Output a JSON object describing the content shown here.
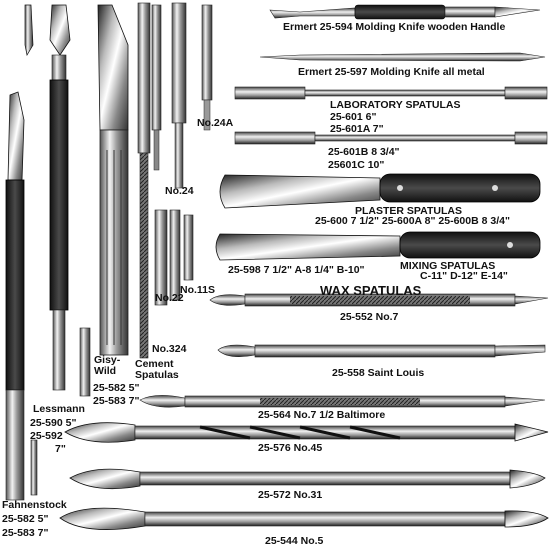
{
  "labels": {
    "ermert_594": "Ermert 25-594 Molding Knife  wooden Handle",
    "ermert_597": "Ermert 25-597 Molding Knife all metal",
    "lab_title": "LABORATORY SPATULAS",
    "lab_601": "25-601 6\"",
    "lab_601a": "25-601A 7\"",
    "lab_601b": "25-601B 8 3/4\"",
    "lab_601c": "25601C 10\"",
    "no24a": "No.24A",
    "no24": "No.24",
    "plaster_title": "PLASTER SPATULAS",
    "plaster_sizes": "25-600 7 1/2\"  25-600A 8\"  25-600B 8 3/4\"",
    "mixing_title": "MIXING SPATULAS",
    "mixing_sizes_2": "C-11\"  D-12\"  E-14\"",
    "mixing_sizes_1": "25-598 7 1/2\"  A-8 1/4\"  B-10\"",
    "no11s": "No.11S",
    "no22": "No.22",
    "wax_title": "WAX SPATULAS",
    "wax_552": "25-552 No.7",
    "no324": "No.324",
    "cement": "Cement\nSpatulas",
    "gisy": "Gisy-\nWild",
    "gisy_582": "25-582 5\"",
    "gisy_583": "25-583 7\"",
    "lessmann": "Lessmann",
    "lessmann_590": "25-590 5\"",
    "lessmann_592": "25-592",
    "lessmann_7": "7\"",
    "saint_louis": "25-558 Saint Louis",
    "baltimore": "25-564 No.7 1/2 Baltimore",
    "no45": "25-576 No.45",
    "no31": "25-572 No.31",
    "fahnenstock": "Fahnenstock",
    "fahn_582": "25-582 5\"",
    "fahn_583": "25-583 7\"",
    "no5": "25-544 No.5"
  }
}
